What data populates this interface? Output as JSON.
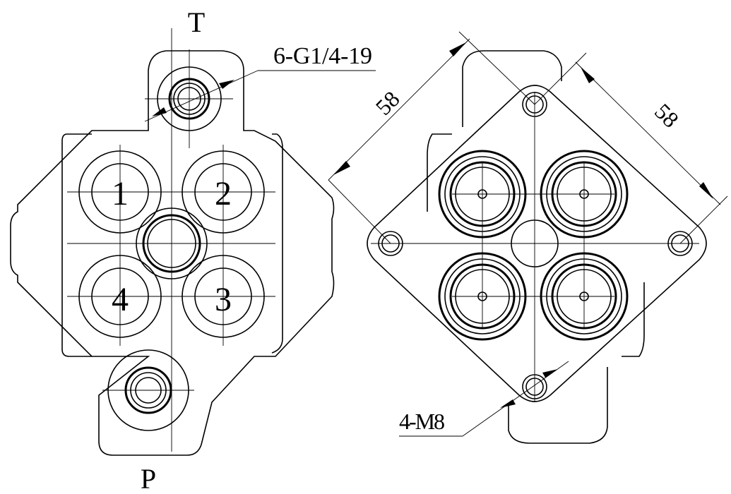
{
  "left_view": {
    "label_top": "T",
    "label_bottom": "P",
    "ports": [
      "1",
      "2",
      "3",
      "4"
    ],
    "callout": "6-G1/4-19"
  },
  "right_view": {
    "dim_left": "58",
    "dim_right": "58",
    "callout": "4-M8"
  }
}
